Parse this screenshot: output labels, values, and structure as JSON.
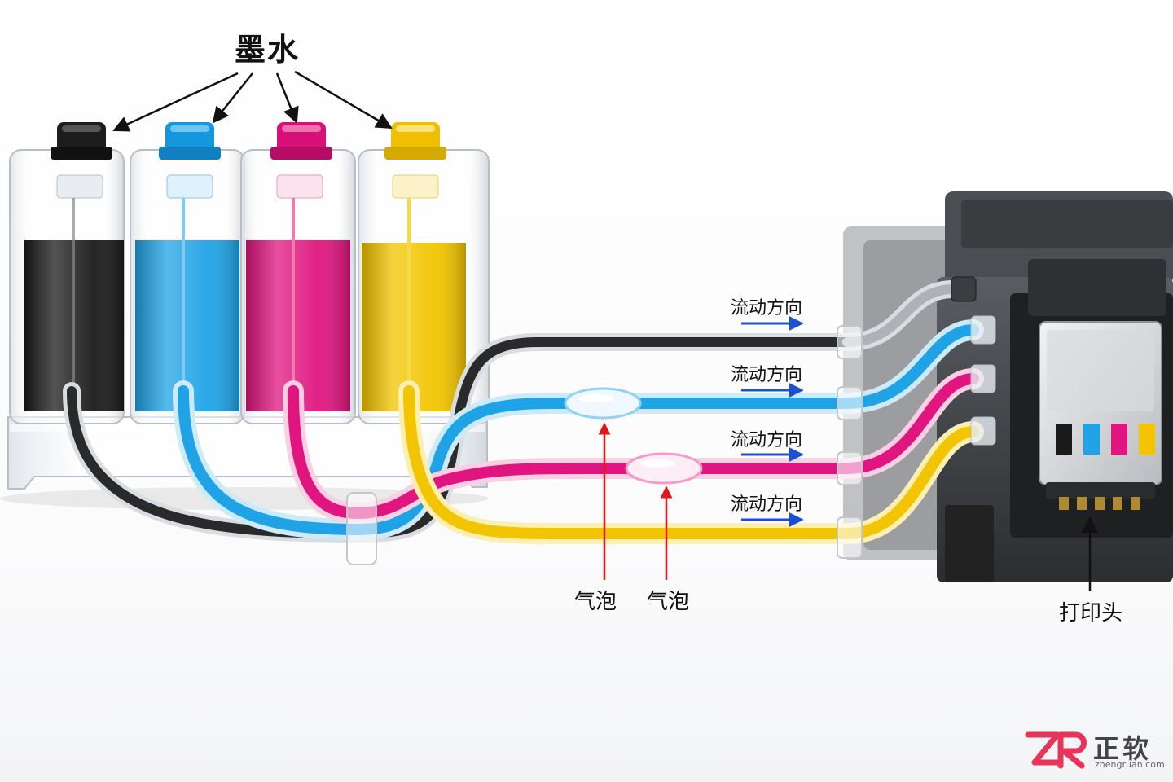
{
  "labels": {
    "ink": "墨水",
    "flow_direction": [
      "流动方向",
      "流动方向",
      "流动方向",
      "流动方向"
    ],
    "bubble": [
      "气泡",
      "气泡"
    ],
    "printhead": "打印头"
  },
  "logo": {
    "mark": "ZR",
    "name": "正软",
    "domain": "zhengruan.com"
  },
  "colors": {
    "black_ink": "#1a1a1a",
    "cyan_ink": "#1fa3e6",
    "magenta_ink": "#e0157f",
    "yellow_ink": "#f2c500",
    "flow_arrow": "#1a4fd6",
    "bubble_arrow": "#e01818",
    "logo_accent": "#e8345a"
  },
  "ink_channels": [
    "black",
    "cyan",
    "magenta",
    "yellow"
  ]
}
